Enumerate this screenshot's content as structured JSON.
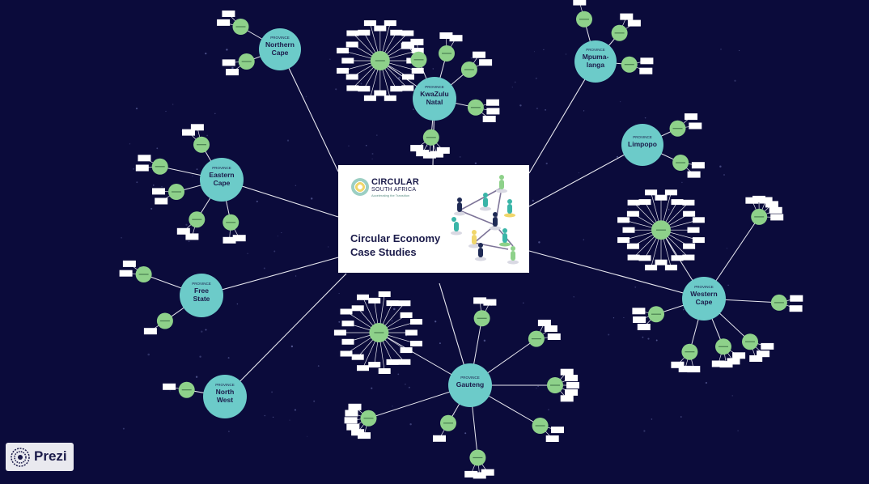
{
  "center": {
    "logo_title": "CIRCULAR",
    "logo_subtitle": "SOUTH AFRICA",
    "logo_tagline": "Accelerating the Transition",
    "title": "Circular Economy Case Studies"
  },
  "province_label": "PROVINCE",
  "provinces": [
    {
      "name": "Northern Cape",
      "lines": [
        "Northern",
        "Cape"
      ]
    },
    {
      "name": "KwaZulu Natal",
      "lines": [
        "KwaZulu",
        "Natal"
      ]
    },
    {
      "name": "Mpumalanga",
      "lines": [
        "Mpuma-",
        "langa"
      ]
    },
    {
      "name": "Limpopo",
      "lines": [
        "Limpopo"
      ]
    },
    {
      "name": "Eastern Cape",
      "lines": [
        "Eastern",
        "Cape"
      ]
    },
    {
      "name": "Free State",
      "lines": [
        "Free",
        "State"
      ]
    },
    {
      "name": "North West",
      "lines": [
        "North",
        "West"
      ]
    },
    {
      "name": "Gauteng",
      "lines": [
        "Gauteng"
      ]
    },
    {
      "name": "Western Cape",
      "lines": [
        "Western",
        "Cape"
      ]
    }
  ],
  "prezi": {
    "label": "Prezi"
  },
  "colors": {
    "background": "#0b0b3b",
    "province": "#6ccbc9",
    "sector": "#8ed18a",
    "link": "#e8e8f0",
    "card": "#ffffff",
    "text_dark": "#1b1b4a"
  }
}
